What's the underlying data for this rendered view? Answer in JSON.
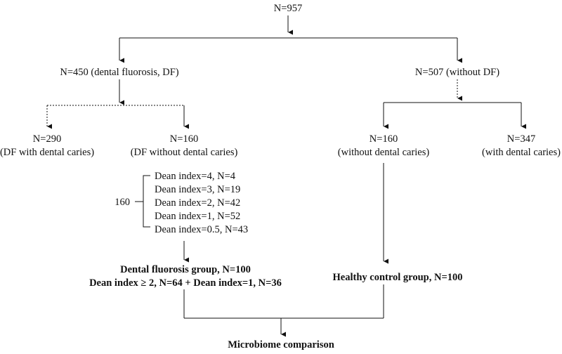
{
  "root": "N=957",
  "df": {
    "label": "N=450 (dental fluorosis, DF)",
    "with_caries": {
      "line1": "N=290",
      "line2": "(DF with dental caries)"
    },
    "without_caries": {
      "line1": "N=160",
      "line2": "(DF without dental caries)"
    },
    "breakdown_total": "160",
    "dean": [
      "Dean index=4, N=4",
      "Dean index=3, N=19",
      "Dean index=2, N=42",
      "Dean index=1, N=52",
      "Dean index=0.5, N=43"
    ],
    "group": {
      "line1": "Dental fluorosis group, N=100",
      "line2": "Dean index ≥ 2, N=64 + Dean index=1, N=36"
    }
  },
  "non_df": {
    "label": "N=507 (without DF)",
    "without_caries": {
      "line1": "N=160",
      "line2": "(without dental caries)"
    },
    "with_caries": {
      "line1": "N=347",
      "line2": "(with dental caries)"
    },
    "group": "Healthy control group, N=100"
  },
  "comparison": "Microbiome comparison"
}
